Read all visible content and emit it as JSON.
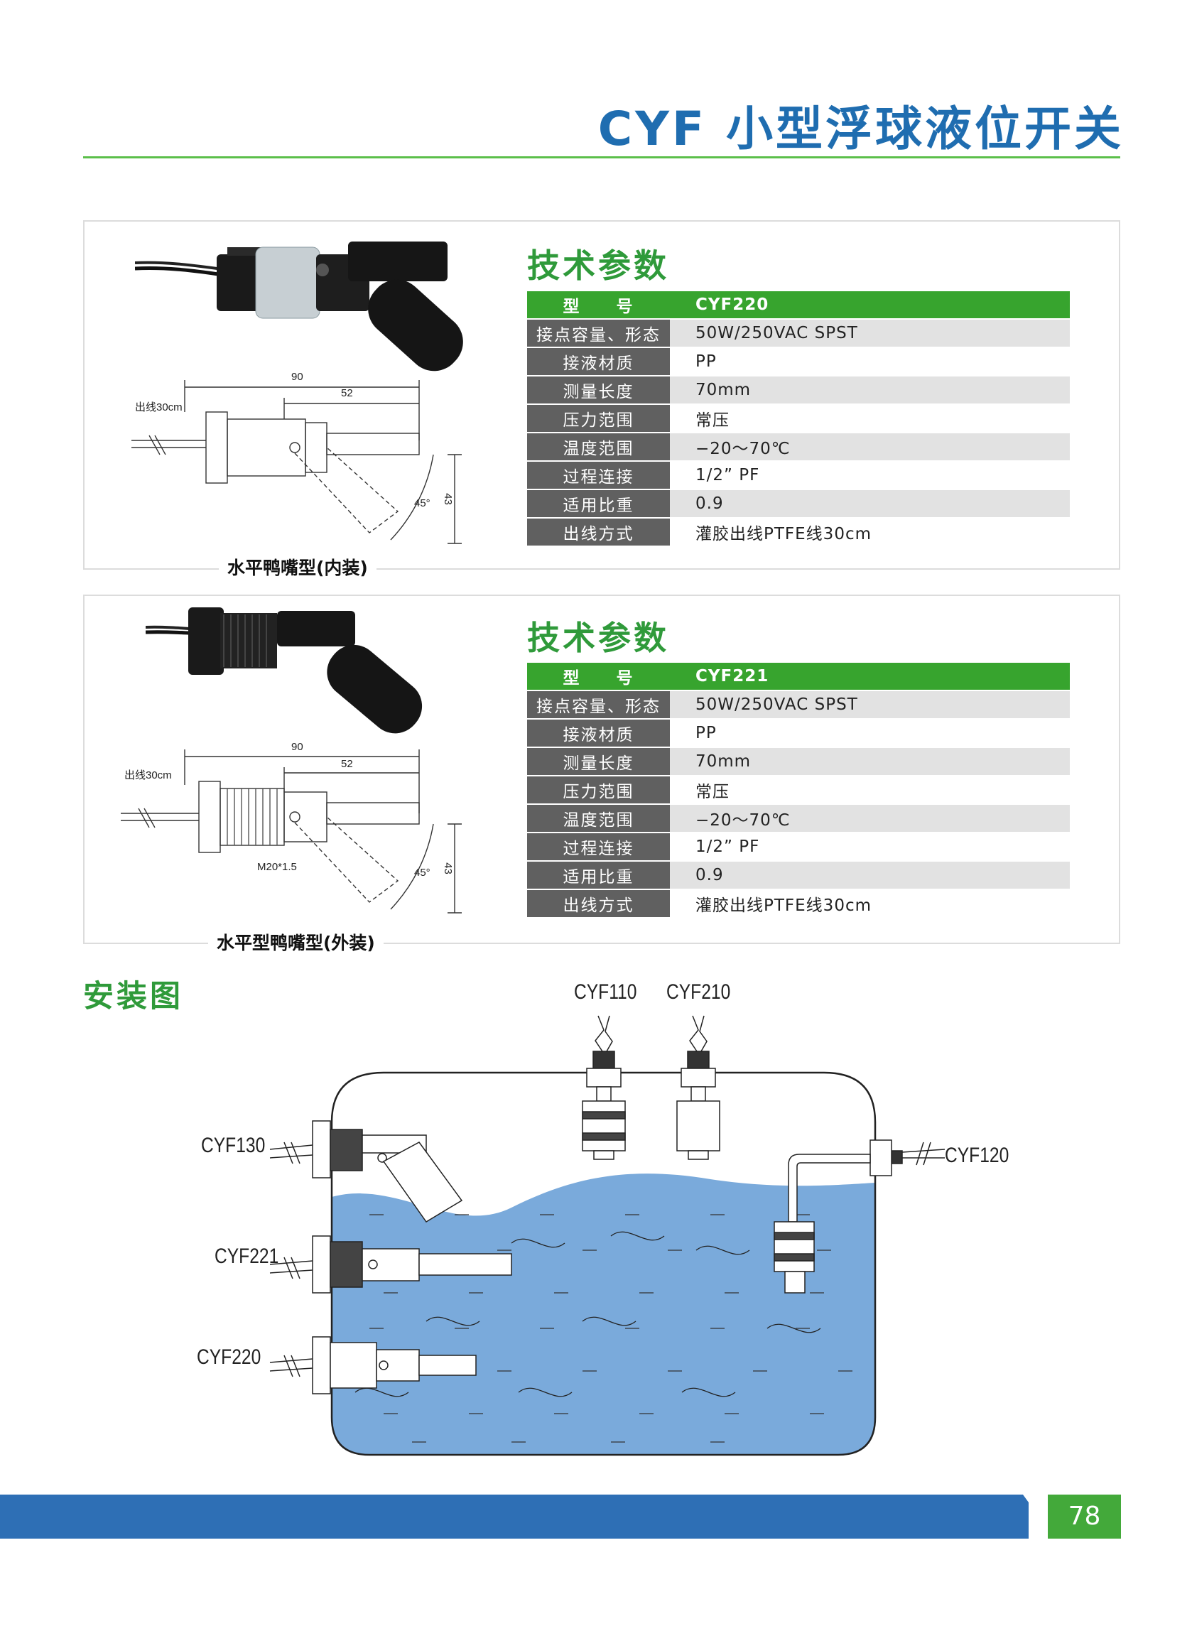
{
  "header": {
    "title": "CYF 小型浮球液位开关"
  },
  "product1": {
    "caption": "水平鸭嘴型(内装)",
    "spec_title": "技术参数",
    "dims": {
      "d1": "90",
      "d2": "52",
      "d3": "43",
      "angle": "45°",
      "cable": "出线30cm"
    },
    "rows": [
      {
        "key": "型　　号",
        "value": "CYF220"
      },
      {
        "key": "接点容量、形态",
        "value": "50W/250VAC SPST"
      },
      {
        "key": "接液材质",
        "value": "PP"
      },
      {
        "key": "测量长度",
        "value": "70mm"
      },
      {
        "key": "压力范围",
        "value": "常压"
      },
      {
        "key": "温度范围",
        "value": "−20～70℃"
      },
      {
        "key": "过程连接",
        "value": "1/2” PF"
      },
      {
        "key": "适用比重",
        "value": "0.9"
      },
      {
        "key": "出线方式",
        "value": "灌胶出线PTFE线30cm"
      }
    ]
  },
  "product2": {
    "caption": "水平型鸭嘴型(外装)",
    "spec_title": "技术参数",
    "dims": {
      "d1": "90",
      "d2": "52",
      "d3": "43",
      "angle": "45°",
      "cable": "出线30cm",
      "thread": "M20*1.5"
    },
    "rows": [
      {
        "key": "型　　号",
        "value": "CYF221"
      },
      {
        "key": "接点容量、形态",
        "value": "50W/250VAC SPST"
      },
      {
        "key": "接液材质",
        "value": "PP"
      },
      {
        "key": "测量长度",
        "value": "70mm"
      },
      {
        "key": "压力范围",
        "value": "常压"
      },
      {
        "key": "温度范围",
        "value": "−20～70℃"
      },
      {
        "key": "过程连接",
        "value": "1/2” PF"
      },
      {
        "key": "适用比重",
        "value": "0.9"
      },
      {
        "key": "出线方式",
        "value": "灌胶出线PTFE线30cm"
      }
    ]
  },
  "install": {
    "title": "安装图",
    "labels": {
      "cyf110": "CYF110",
      "cyf210": "CYF210",
      "cyf130": "CYF130",
      "cyf120": "CYF120",
      "cyf221": "CYF221",
      "cyf220": "CYF220"
    }
  },
  "footer": {
    "page": "78"
  },
  "colors": {
    "brand_blue": "#1f6db0",
    "green": "#37a42e",
    "water": "#7aaadb"
  }
}
